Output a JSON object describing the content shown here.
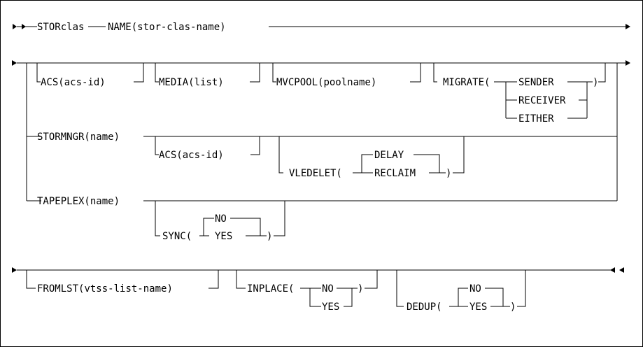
{
  "diagram": {
    "keyword": "STORclas",
    "name_param": {
      "kw": "NAME(",
      "var": "stor-clas-name",
      "close": ")"
    },
    "acs": {
      "kw": "ACS(",
      "var": "acs-id",
      "close": ")"
    },
    "media": {
      "kw": "MEDIA(",
      "var": "list",
      "close": ")"
    },
    "mvcpool": {
      "kw": "MVCPOOL(",
      "var": "poolname",
      "close": ")"
    },
    "migrate": {
      "kw": "MIGRATE(",
      "options": [
        "SENDER",
        "RECEIVER",
        "EITHER"
      ],
      "close": ")"
    },
    "stormngr": {
      "kw": "STORMNGR(",
      "var": "name",
      "close": ")"
    },
    "acs2": {
      "kw": "ACS(",
      "var": "acs-id",
      "close": ")"
    },
    "vledelet": {
      "kw": "VLEDELET(",
      "options": [
        "DELAY",
        "RECLAIM"
      ],
      "close": ")"
    },
    "tapeplex": {
      "kw": "TAPEPLEX(",
      "var": "name",
      "close": ")"
    },
    "sync": {
      "kw": "SYNC(",
      "options": [
        "NO",
        "YES"
      ],
      "close": ")"
    },
    "fromlst": {
      "kw": "FROMLST(",
      "var": "vtss-list-name",
      "close": ")"
    },
    "inplace": {
      "kw": "INPLACE(",
      "options": [
        "NO",
        "YES"
      ],
      "close": ")"
    },
    "dedup": {
      "kw": "DEDUP(",
      "options": [
        "NO",
        "YES"
      ],
      "close": ")"
    }
  }
}
